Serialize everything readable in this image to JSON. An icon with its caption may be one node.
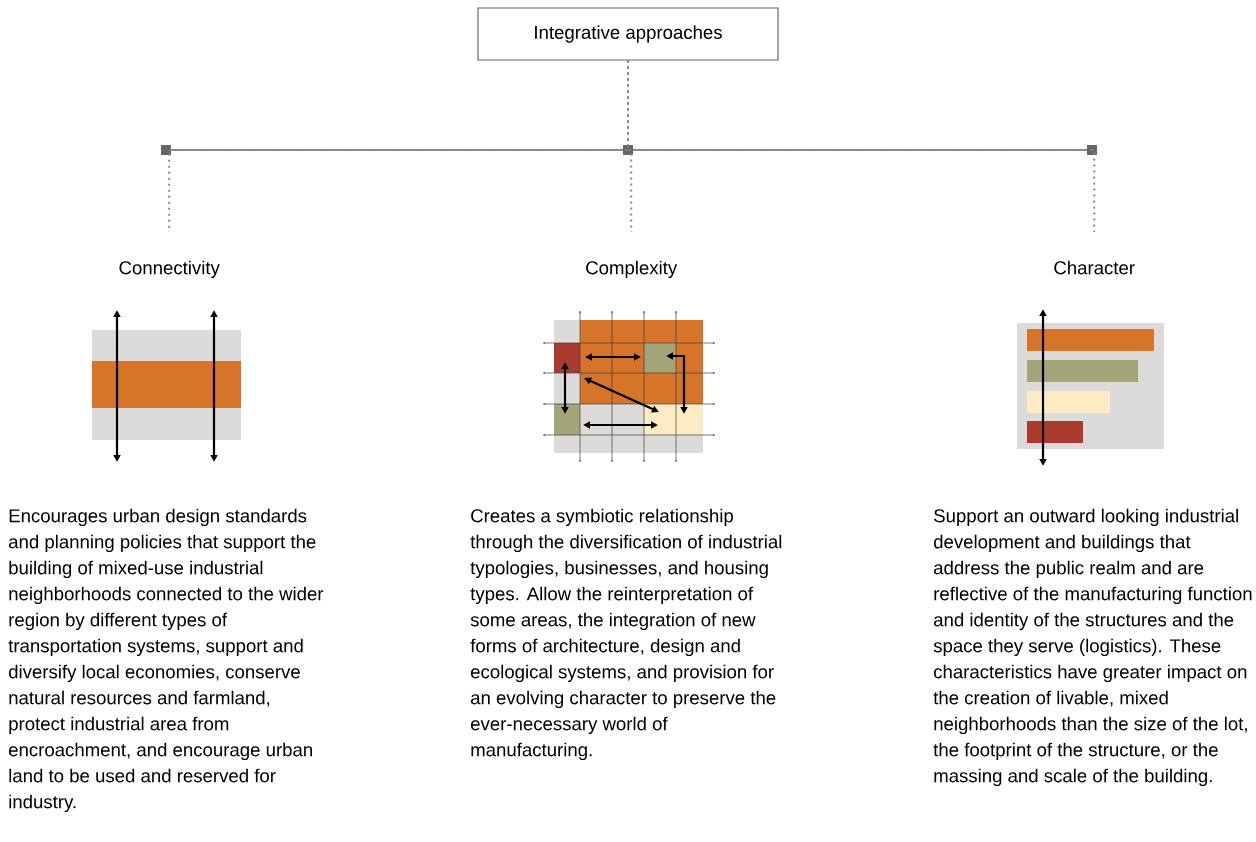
{
  "diagram": {
    "nodes": [
      {
        "text": [
          "Integrative approaches"
        ]
      },
      {
        "text": [
          "Connectivity",
          "Encourages urban design standards and planning policies that support the building of mixed-use industrial neighborhoods connected to the wider region by different types of transportation systems, support and diversify local economies, conserve natural resources and farmland, protect industrial area from encroachment, and encourage urban land to be used and reserved for industry."
        ]
      },
      {
        "text": [
          "Complexity",
          "Creates a symbiotic relationship through the diversification of industrial typologies, businesses, and housing types. Allow the reinterpretation of some areas, the integration of new forms of architecture, design and ecological systems, and provision for an evolving character to preserve the ever-necessary world of manufacturing."
        ]
      },
      {
        "text": [
          "Character",
          "Support an outward looking industrial development and buildings that address the public realm and are reflective of the manufacturing function and identity of the structures and the space they serve (logistics). These characteristics have greater impact on the creation of livable, mixed neighborhoods than the size of the lot, the footprint of the structure, or the massing and scale of the building."
        ]
      }
    ],
    "edges": [
      {
        "from": 0,
        "to": 1,
        "arrow": "none",
        "style": "dashed"
      },
      {
        "from": 0,
        "to": 2,
        "arrow": "none",
        "style": "dashed"
      },
      {
        "from": 0,
        "to": 3,
        "arrow": "none",
        "style": "dashed"
      }
    ]
  }
}
